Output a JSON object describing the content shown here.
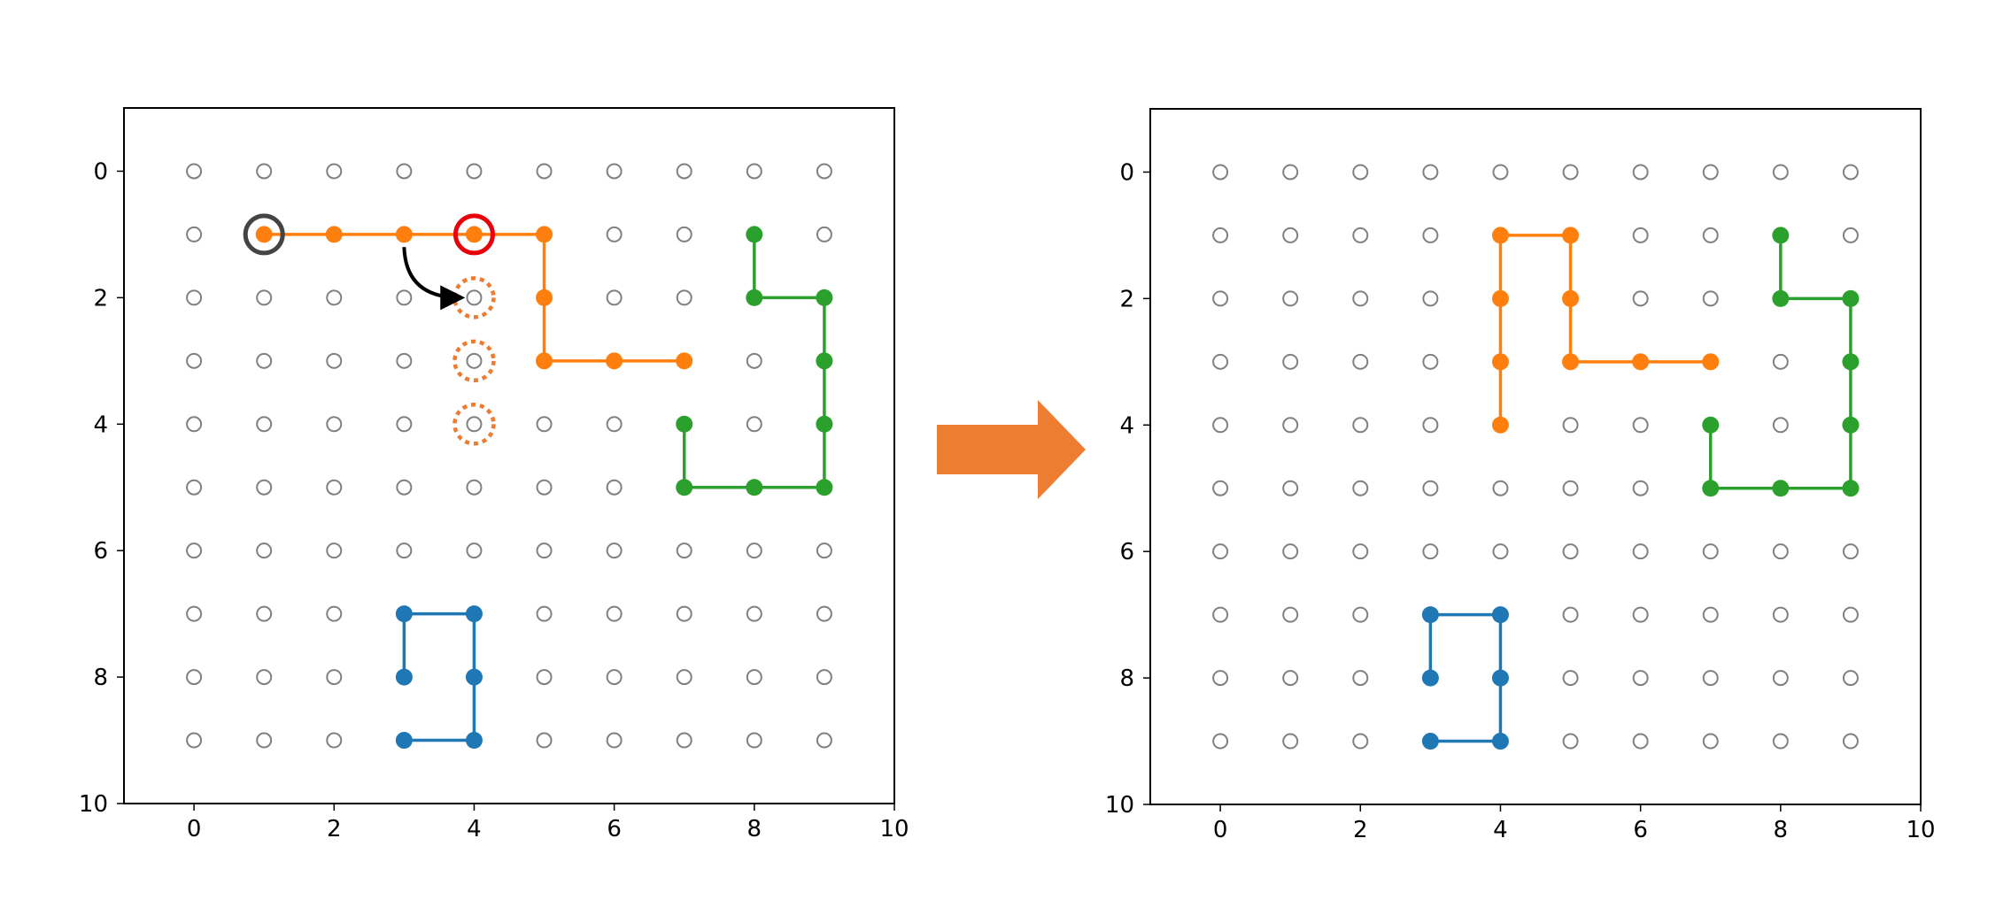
{
  "panels": [
    {
      "id": "before",
      "xlim": [
        -1,
        10
      ],
      "ylim": [
        10,
        -1
      ],
      "x_ticks": [
        "0",
        "2",
        "4",
        "6",
        "8",
        "10"
      ],
      "y_ticks": [
        "0",
        "2",
        "4",
        "6",
        "8",
        "10"
      ],
      "grid_points": {
        "cols": 10,
        "rows": 10
      },
      "paths": [
        {
          "color": "#ff7f0e",
          "points": [
            [
              1,
              1
            ],
            [
              2,
              1
            ],
            [
              3,
              1
            ],
            [
              4,
              1
            ],
            [
              5,
              1
            ],
            [
              5,
              2
            ],
            [
              5,
              3
            ],
            [
              6,
              3
            ],
            [
              7,
              3
            ]
          ]
        },
        {
          "color": "#2ca02c",
          "points": [
            [
              8,
              1
            ],
            [
              8,
              2
            ],
            [
              9,
              2
            ],
            [
              9,
              3
            ],
            [
              9,
              4
            ],
            [
              9,
              5
            ],
            [
              8,
              5
            ],
            [
              7,
              5
            ],
            [
              7,
              4
            ]
          ]
        },
        {
          "color": "#1f77b4",
          "points": [
            [
              3,
              8
            ],
            [
              3,
              7
            ],
            [
              4,
              7
            ],
            [
              4,
              8
            ],
            [
              4,
              9
            ],
            [
              3,
              9
            ]
          ]
        }
      ],
      "markers": [
        {
          "kind": "start-ring",
          "color": "#444444",
          "point": [
            1,
            1
          ]
        },
        {
          "kind": "pivot-ring",
          "color": "#e8000b",
          "point": [
            4,
            1
          ]
        }
      ],
      "ghost_points": {
        "color": "#ef7b32",
        "points": [
          [
            4,
            2
          ],
          [
            4,
            3
          ],
          [
            4,
            4
          ]
        ]
      },
      "move_arrow": {
        "from": [
          3,
          1.2
        ],
        "to": [
          3.8,
          2
        ]
      }
    },
    {
      "id": "after",
      "xlim": [
        -1,
        10
      ],
      "ylim": [
        10,
        -1
      ],
      "x_ticks": [
        "0",
        "2",
        "4",
        "6",
        "8",
        "10"
      ],
      "y_ticks": [
        "0",
        "2",
        "4",
        "6",
        "8",
        "10"
      ],
      "grid_points": {
        "cols": 10,
        "rows": 10
      },
      "paths": [
        {
          "color": "#ff7f0e",
          "points": [
            [
              4,
              4
            ],
            [
              4,
              3
            ],
            [
              4,
              2
            ],
            [
              4,
              1
            ],
            [
              5,
              1
            ],
            [
              5,
              2
            ],
            [
              5,
              3
            ],
            [
              6,
              3
            ],
            [
              7,
              3
            ]
          ]
        },
        {
          "color": "#2ca02c",
          "points": [
            [
              8,
              1
            ],
            [
              8,
              2
            ],
            [
              9,
              2
            ],
            [
              9,
              3
            ],
            [
              9,
              4
            ],
            [
              9,
              5
            ],
            [
              8,
              5
            ],
            [
              7,
              5
            ],
            [
              7,
              4
            ]
          ]
        },
        {
          "color": "#1f77b4",
          "points": [
            [
              3,
              8
            ],
            [
              3,
              7
            ],
            [
              4,
              7
            ],
            [
              4,
              8
            ],
            [
              4,
              9
            ],
            [
              3,
              9
            ]
          ]
        }
      ],
      "markers": [],
      "ghost_points": null,
      "move_arrow": null
    }
  ],
  "transition_arrow": {
    "color": "#ed7d31"
  },
  "grid_point_color": "#808080"
}
